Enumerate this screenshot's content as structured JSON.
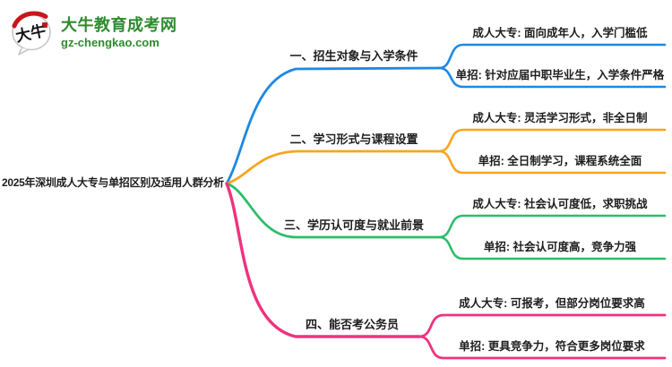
{
  "logo": {
    "icon_text": "大牛",
    "title": "大牛教育成考网",
    "subtitle": "gz-chengkao.com",
    "brand_color": "#2f8a2f",
    "accent_red": "#c8161d"
  },
  "root": {
    "label": "2025年深圳成人大专与单招区别及适用人群分析"
  },
  "branches": [
    {
      "label": "一、招生对象与入学条件",
      "color": "#1E88E5",
      "children": [
        {
          "label": "成人大专: 面向成年人，入学门槛低"
        },
        {
          "label": "单招: 针对应届中职毕业生，入学条件严格"
        }
      ]
    },
    {
      "label": "二、学习形式与课程设置",
      "color": "#F7A521",
      "children": [
        {
          "label": "成人大专: 灵活学习形式，非全日制"
        },
        {
          "label": "单招: 全日制学习，课程系统全面"
        }
      ]
    },
    {
      "label": "三、学历认可度与就业前景",
      "color": "#2EBD69",
      "children": [
        {
          "label": "成人大专: 社会认可度低，求职挑战"
        },
        {
          "label": "单招: 社会认可度高，竞争力强"
        }
      ]
    },
    {
      "label": "四、能否考公务员",
      "color": "#F0327E",
      "children": [
        {
          "label": "成人大专: 可报考，但部分岗位要求高"
        },
        {
          "label": "单招: 更具竞争力，符合更多岗位要求"
        }
      ]
    }
  ]
}
